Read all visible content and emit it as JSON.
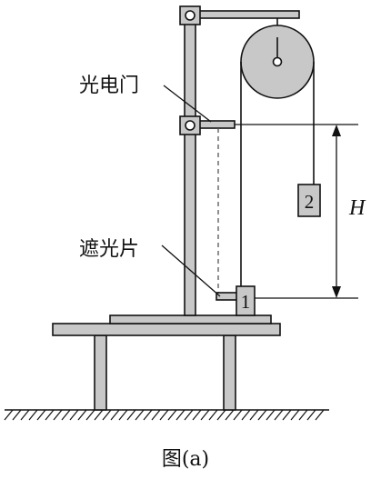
{
  "labels": {
    "photogate": "光电门",
    "shutter": "遮光片",
    "height": "H",
    "block1": "1",
    "block2": "2",
    "caption": "图(a)"
  },
  "colors": {
    "fill": "#c8c8c8",
    "stroke": "#111111",
    "background": "#ffffff"
  }
}
